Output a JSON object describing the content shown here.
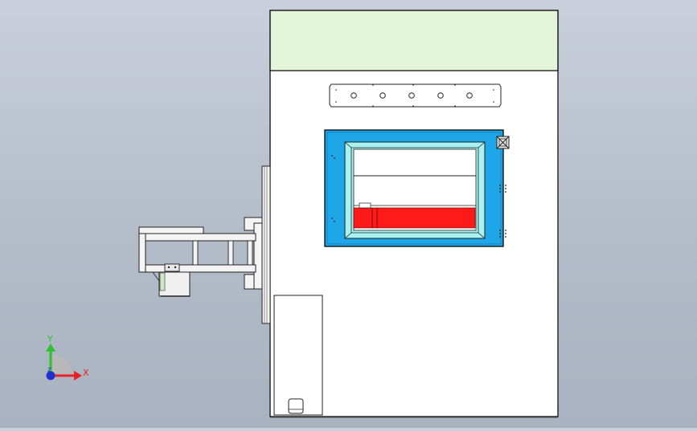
{
  "triad": {
    "y_label": "Y",
    "x_label": "X",
    "z_label": "Z",
    "colors": {
      "x": "#e8202a",
      "y": "#2fbf2f",
      "z": "#2030d0"
    }
  },
  "palette": {
    "canvas": "#c4cbd6",
    "cabinet": "#ffffff",
    "top_panel": "#e3f6d9",
    "window_frame": "#1ea7e8",
    "window_glass": "#a8f2f2",
    "red_bar": "#ff1a1a",
    "outline": "#111111"
  }
}
